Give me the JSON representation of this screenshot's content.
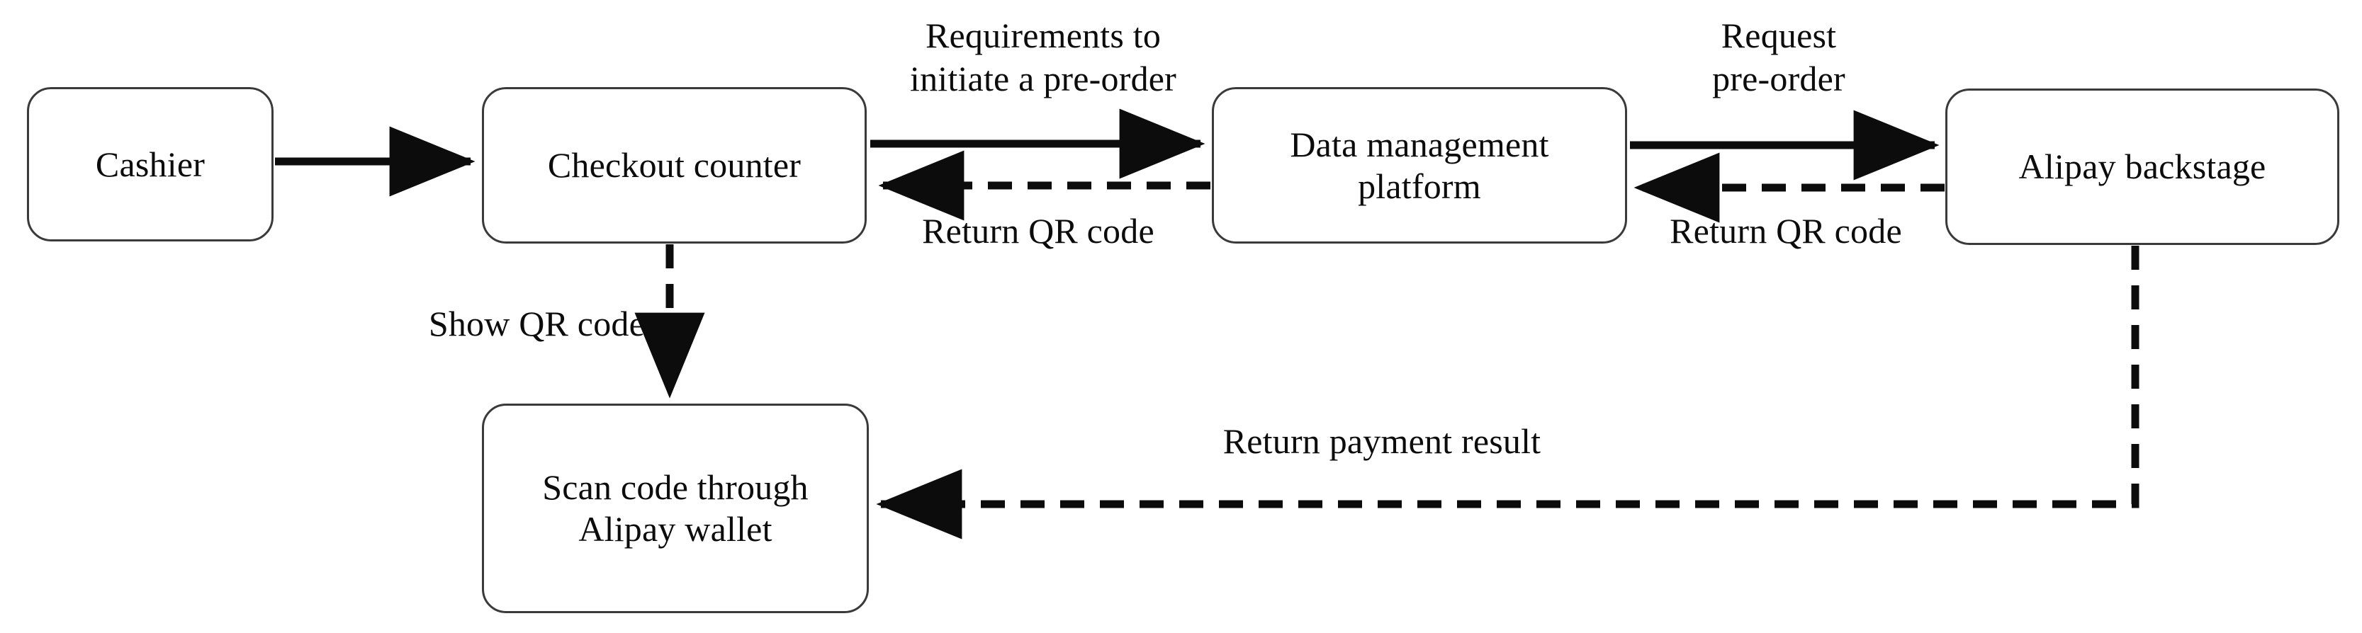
{
  "diagram": {
    "title": "Alipay pre-order scan-to-pay flow",
    "stroke_color": "#0c0c0c",
    "node_border_color": "#3a3a3a",
    "background_color": "#ffffff"
  },
  "nodes": [
    {
      "id": "cashier",
      "label": "Cashier"
    },
    {
      "id": "checkout",
      "label": "Checkout counter"
    },
    {
      "id": "platform",
      "label": "Data management\nplatform"
    },
    {
      "id": "alipay",
      "label": "Alipay backstage"
    },
    {
      "id": "scan",
      "label": "Scan code through\nAlipay wallet"
    }
  ],
  "edges": [
    {
      "id": "cashier-to-checkout",
      "from": "cashier",
      "to": "checkout",
      "style": "solid",
      "label": ""
    },
    {
      "id": "checkout-to-platform",
      "from": "checkout",
      "to": "platform",
      "style": "solid",
      "label": "Requirements to\ninitiate a pre-order"
    },
    {
      "id": "platform-to-checkout",
      "from": "platform",
      "to": "checkout",
      "style": "dashed",
      "label": "Return QR code"
    },
    {
      "id": "platform-to-alipay",
      "from": "platform",
      "to": "alipay",
      "style": "solid",
      "label": "Request\npre-order"
    },
    {
      "id": "alipay-to-platform",
      "from": "alipay",
      "to": "platform",
      "style": "dashed",
      "label": "Return QR code"
    },
    {
      "id": "checkout-to-scan",
      "from": "checkout",
      "to": "scan",
      "style": "dashed",
      "label": "Show QR code"
    },
    {
      "id": "alipay-to-scan",
      "from": "alipay",
      "to": "scan",
      "style": "dashed",
      "label": "Return payment result"
    }
  ],
  "edge_labels": {
    "requirements_to_initiate": "Requirements to\ninitiate a pre-order",
    "return_qr_code_left": "Return QR code",
    "request_pre_order": "Request\npre-order",
    "return_qr_code_right": "Return QR code",
    "show_qr_code": "Show QR code",
    "return_payment_result": "Return payment result"
  }
}
